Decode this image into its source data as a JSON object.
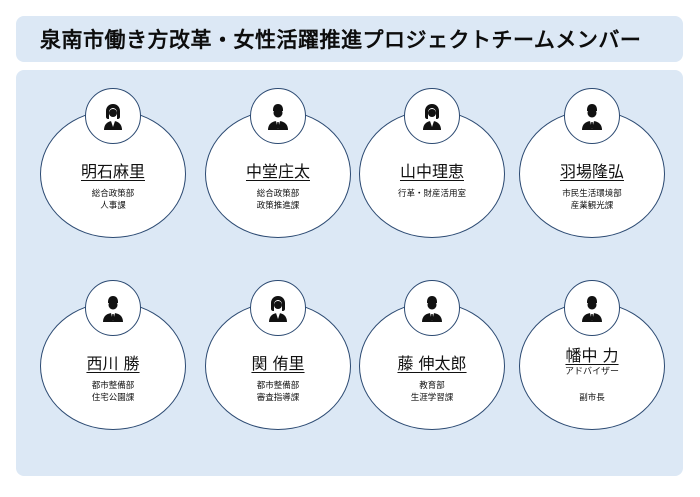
{
  "title": "泉南市働き方改革・女性活躍推進プロジェクトチームメンバー",
  "members": [
    {
      "name": "明石麻里",
      "dept1": "総合政策部",
      "dept2": "人事課",
      "icon": "female"
    },
    {
      "name": "中堂庄太",
      "dept1": "総合政策部",
      "dept2": "政策推進課",
      "icon": "male"
    },
    {
      "name": "山中理恵",
      "dept1": "行革・財産活用室",
      "dept2": "",
      "icon": "female"
    },
    {
      "name": "羽場隆弘",
      "dept1": "市民生活環境部",
      "dept2": "産業観光課",
      "icon": "male"
    },
    {
      "name": "西川 勝",
      "dept1": "都市整備部",
      "dept2": "住宅公園課",
      "icon": "male"
    },
    {
      "name": "関 侑里",
      "dept1": "都市整備部",
      "dept2": "審査指導課",
      "icon": "female"
    },
    {
      "name": "藤 伸太郎",
      "dept1": "教育部",
      "dept2": "生涯学習課",
      "icon": "male"
    },
    {
      "name": "幡中 力",
      "role": "アドバイザー",
      "dept1": "副市長",
      "dept2": "",
      "icon": "male"
    }
  ]
}
